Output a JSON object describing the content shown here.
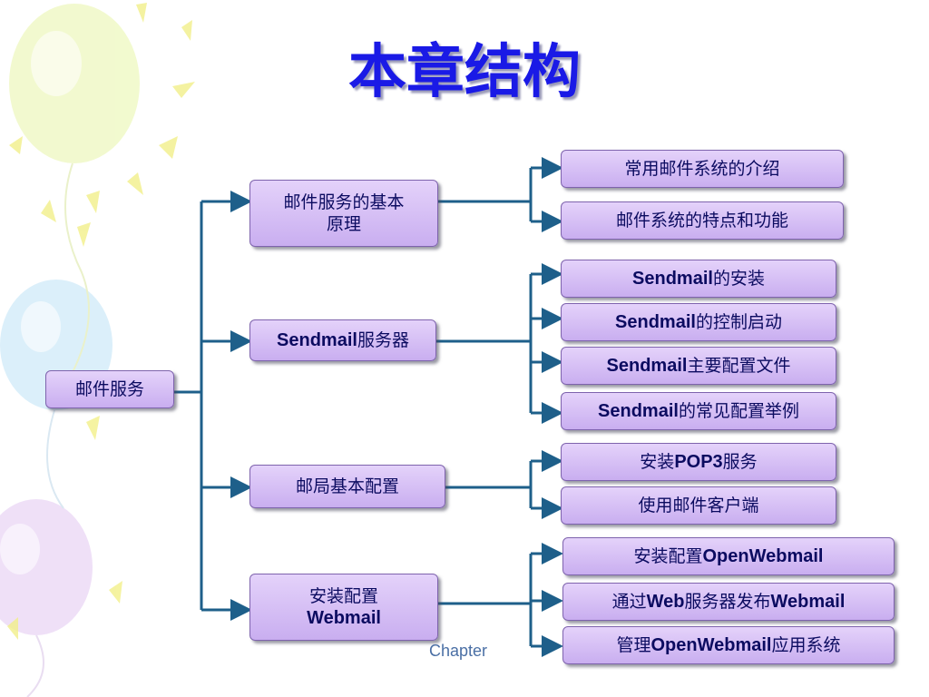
{
  "title": "本章结构",
  "root": {
    "label": "邮件服务"
  },
  "branches": [
    {
      "label_line1": "邮件服务的基本",
      "label_line2": "原理",
      "children": [
        "常用邮件系统的介绍",
        "邮件系统的特点和功能"
      ]
    },
    {
      "label_latin": "Sendmail",
      "label_cjk": "服务器",
      "children": [
        {
          "latin": "Sendmail",
          "cjk": "的安装"
        },
        {
          "latin": "Sendmail",
          "cjk": "的控制启动"
        },
        {
          "latin": "Sendmail",
          "cjk": "主要配置文件"
        },
        {
          "latin": "Sendmail",
          "cjk": "的常见配置举例"
        }
      ]
    },
    {
      "label": "邮局基本配置",
      "children": [
        {
          "pre": "安装",
          "latin": "POP3",
          "post": "服务"
        },
        {
          "pre": "使用邮件客户端",
          "latin": "",
          "post": ""
        }
      ]
    },
    {
      "label_line1": "安装配置",
      "label_line2": "Webmail",
      "children": [
        {
          "pre": "安装配置",
          "latin": "OpenWebmail",
          "mid": "",
          "latin2": "",
          "post": ""
        },
        {
          "pre": "通过",
          "latin": "Web",
          "mid": "服务器发布",
          "latin2": "Webmail",
          "post": ""
        },
        {
          "pre": "管理",
          "latin": "OpenWebmail",
          "mid": "",
          "latin2": "",
          "post": "应用系统"
        }
      ]
    }
  ],
  "footer": "Chapter",
  "colors": {
    "title": "#1a1ae6",
    "box_fill": "#d8c4f6",
    "box_border": "#7e63ad",
    "connector": "#1e5f8a",
    "box_text": "#0b0b60"
  }
}
